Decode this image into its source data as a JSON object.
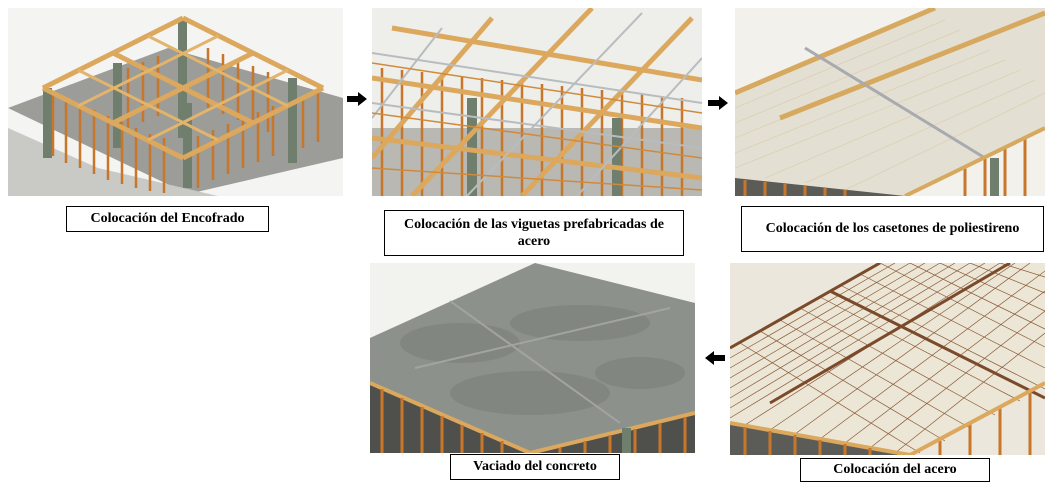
{
  "steps": [
    {
      "caption": "Colocación del Encofrado"
    },
    {
      "caption": "Colocación de las viguetas prefabricadas de acero"
    },
    {
      "caption": "Colocación de los casetones de poliestireno"
    },
    {
      "caption": "Vaciado del concreto"
    },
    {
      "caption": "Colocación del acero"
    }
  ],
  "arrows": [
    {
      "icon": "arrow-right-icon"
    },
    {
      "icon": "arrow-right-icon"
    },
    {
      "icon": "arrow-left-icon"
    }
  ],
  "colors": {
    "timber": "#d9a45c",
    "strut": "#c8762a",
    "column": "#6d7d6b",
    "ground": "#9a9a98",
    "foam": "#e6e3d8",
    "concrete": "#8d918c",
    "rebar": "#7a4a2a",
    "caption_border": "#000000"
  }
}
